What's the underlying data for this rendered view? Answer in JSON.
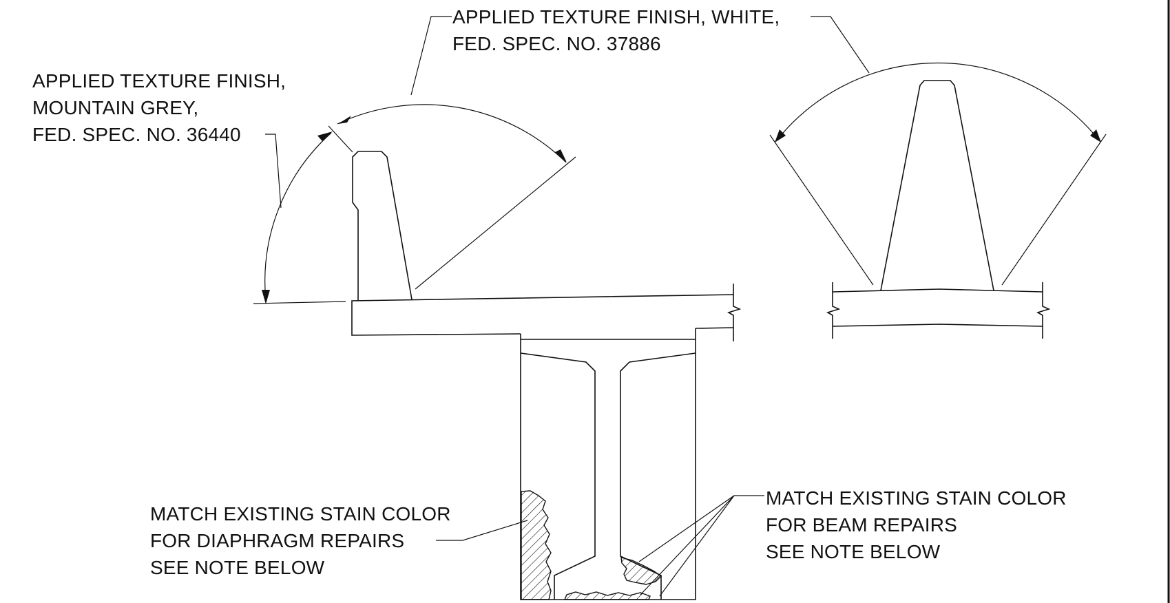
{
  "notes": {
    "white_finish": {
      "line1": "APPLIED TEXTURE FINISH, WHITE,",
      "line2": "FED. SPEC. NO. 37886"
    },
    "grey_finish": {
      "line1": "APPLIED TEXTURE FINISH,",
      "line2": "MOUNTAIN GREY,",
      "line3": "FED. SPEC. NO. 36440"
    },
    "diaphragm_stain": {
      "line1": "MATCH EXISTING STAIN COLOR",
      "line2": "FOR DIAPHRAGM REPAIRS",
      "line3": "SEE NOTE BELOW"
    },
    "beam_stain": {
      "line1": "MATCH EXISTING STAIN COLOR",
      "line2": "FOR BEAM REPAIRS",
      "line3": "SEE NOTE BELOW"
    }
  },
  "colors": {
    "line": "#111111",
    "background": "#ffffff"
  }
}
